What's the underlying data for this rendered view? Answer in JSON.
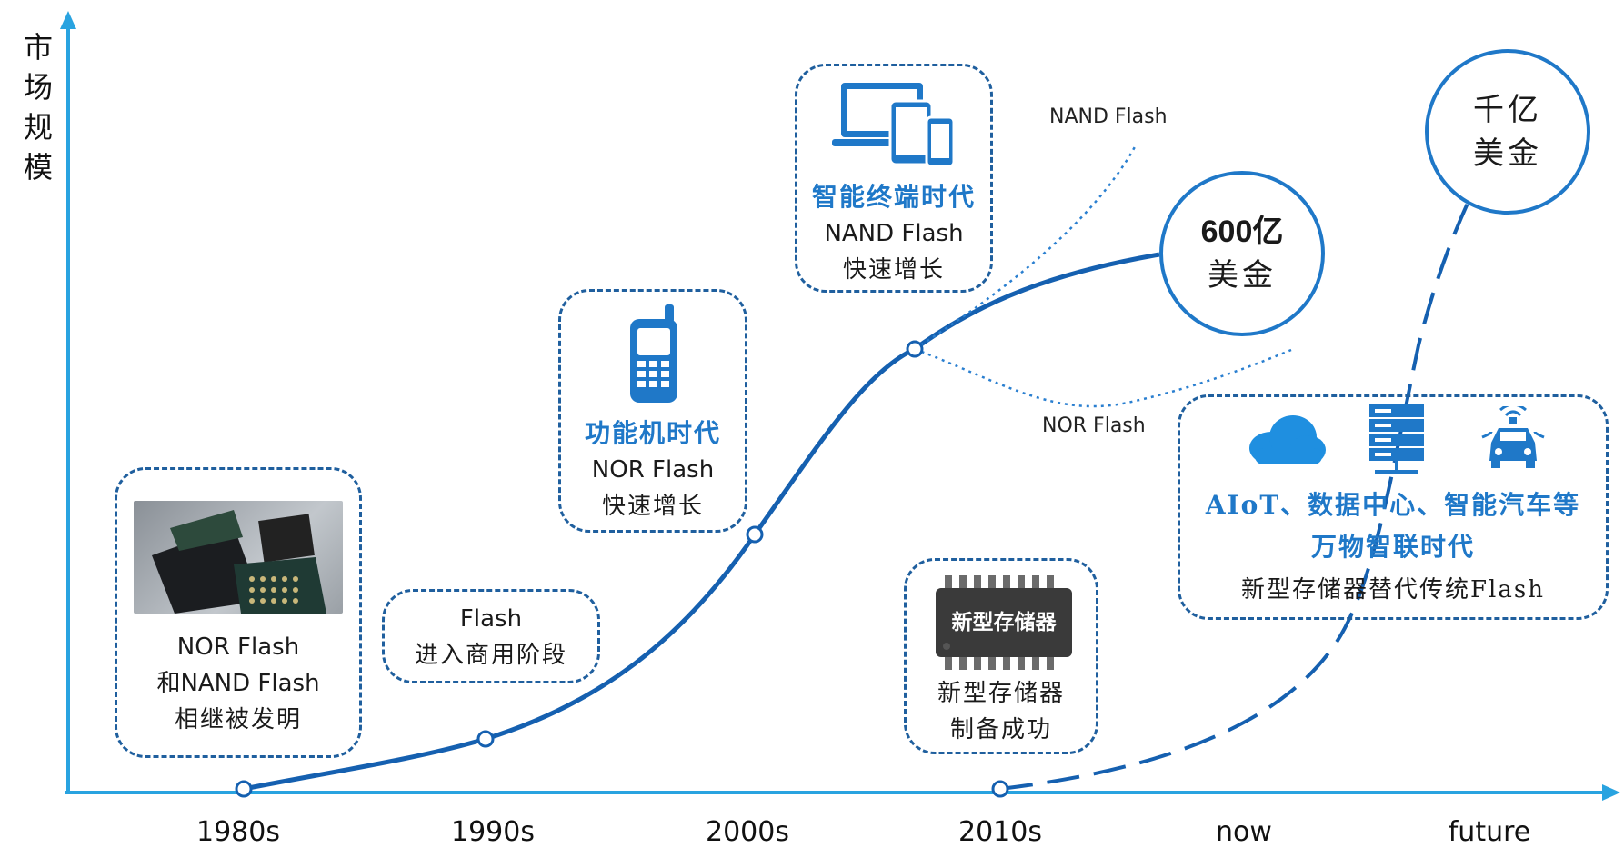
{
  "y_axis_label": "市场规模",
  "x_axis": [
    "1980s",
    "1990s",
    "2000s",
    "2010s",
    "now",
    "future"
  ],
  "boxes": {
    "invention": {
      "lines": [
        "NOR Flash",
        "和NAND Flash",
        "相继被发明"
      ]
    },
    "commercial": {
      "lines": [
        "Flash",
        "进入商用阶段"
      ]
    },
    "feature_phone": {
      "era": "功能机时代",
      "lines": [
        "NOR Flash",
        "快速增长"
      ]
    },
    "smart_terminal": {
      "era": "智能终端时代",
      "lines": [
        "NAND Flash",
        "快速增长"
      ]
    },
    "new_memory": {
      "chip_label": "新型存储器",
      "lines": [
        "新型存储器",
        "制备成功"
      ]
    },
    "aiot": {
      "era_line1": "AIoT、数据中心、智能汽车等",
      "era_line2": "万物智联时代",
      "line": "新型存储器替代传统Flash"
    }
  },
  "curve_labels": {
    "nand": "NAND Flash",
    "nor": "NOR Flash"
  },
  "bubbles": {
    "current": {
      "num": "600亿",
      "unit": "美金"
    },
    "future": {
      "line1": "千亿",
      "line2": "美金"
    }
  },
  "colors": {
    "accent": "#1f78c8",
    "dark_line": "#1560b0",
    "axis": "#29a3e0",
    "box_border": "#1f5f9e"
  },
  "icons": [
    "flash-chips-photo",
    "cell-phone-icon",
    "devices-icon",
    "memory-chip-icon",
    "cloud-icon",
    "server-icon",
    "car-icon"
  ]
}
